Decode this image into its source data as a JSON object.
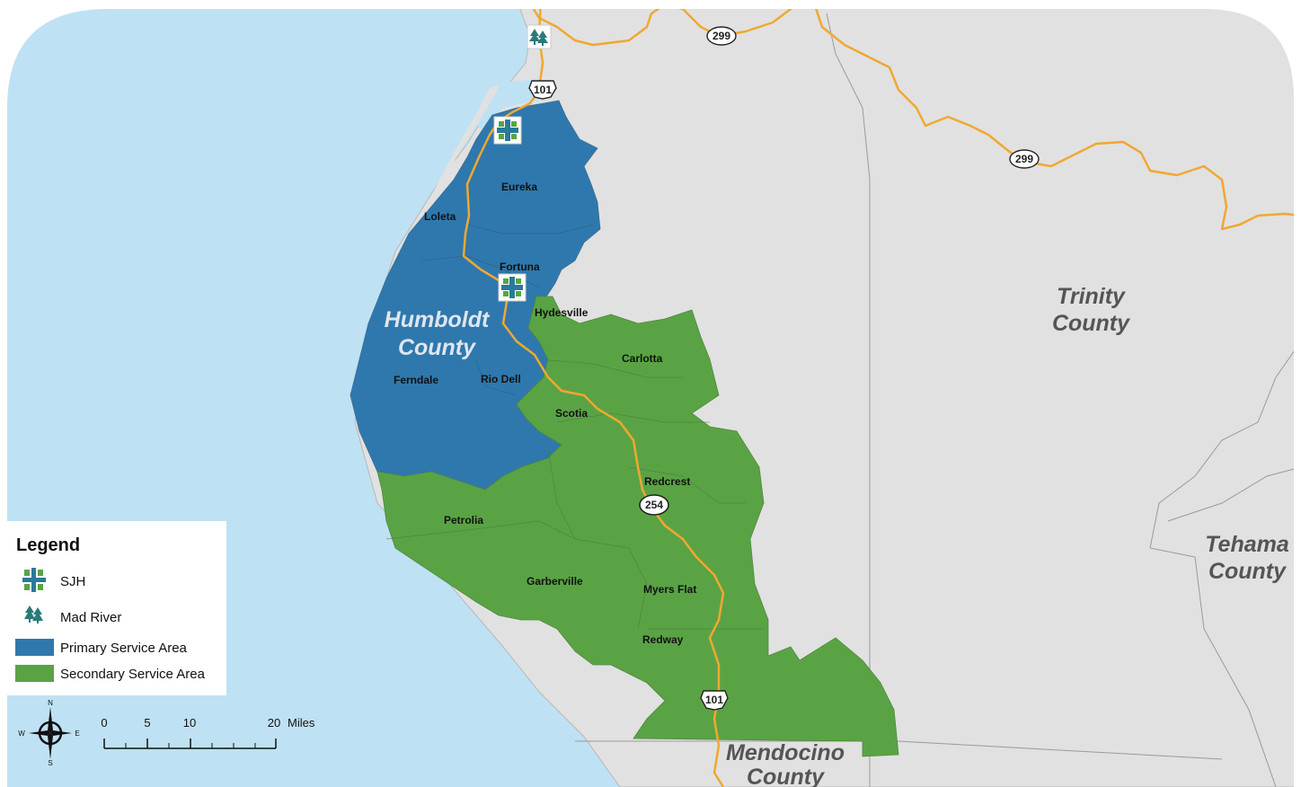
{
  "legend": {
    "title": "Legend",
    "items": [
      {
        "label": "SJH",
        "icon": "hospital-cross-icon"
      },
      {
        "label": "Mad River",
        "icon": "tree-icon"
      },
      {
        "label": "Primary Service Area",
        "color": "#2f78ad"
      },
      {
        "label": "Secondary Service Area",
        "color": "#5aa345"
      }
    ]
  },
  "counties": {
    "humboldt": [
      "Humboldt",
      "County"
    ],
    "trinity": [
      "Trinity",
      "County"
    ],
    "tehama": [
      "Tehama",
      "County"
    ],
    "mendocino": [
      "Mendocino",
      "County"
    ]
  },
  "cities": {
    "eureka": "Eureka",
    "loleta": "Loleta",
    "fortuna": "Fortuna",
    "hydesville": "Hydesville",
    "carlotta": "Carlotta",
    "ferndale": "Ferndale",
    "rio_dell": "Rio Dell",
    "scotia": "Scotia",
    "redcrest": "Redcrest",
    "petrolia": "Petrolia",
    "garberville": "Garberville",
    "myers_flat": "Myers Flat",
    "redway": "Redway"
  },
  "highways": {
    "us101_top": "101",
    "us101_bottom": "101",
    "sr299_top": "299",
    "sr299_east": "299",
    "sr254": "254"
  },
  "scale_bar": {
    "ticks": [
      "0",
      "5",
      "10",
      "20"
    ],
    "unit": "Miles"
  },
  "compass": {
    "n": "N",
    "s": "S",
    "e": "E",
    "w": "W"
  },
  "colors": {
    "ocean": "#bfe1f4",
    "land": "#e1e1e1",
    "primary": "#2f78ad",
    "secondary": "#5aa345",
    "highway": "#f0a830"
  }
}
